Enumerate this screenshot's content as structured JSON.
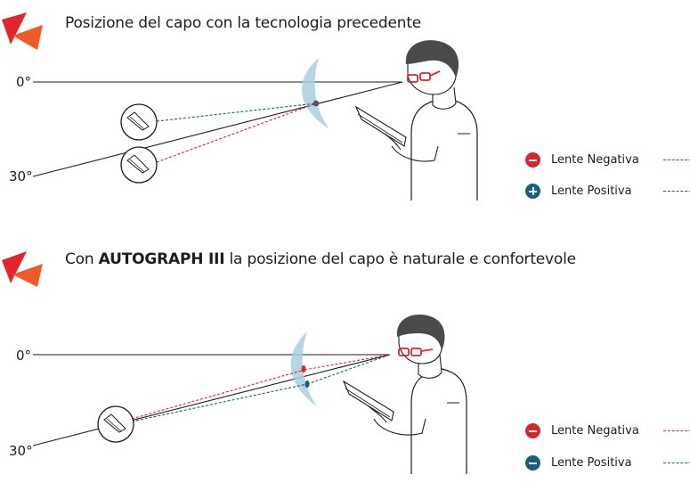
{
  "panels": [
    {
      "title_plain": "Posizione del capo con la tecnologia precedente",
      "title_bold": "",
      "title_rest": "",
      "angle_top": "0°",
      "angle_bottom": "30°",
      "legend": [
        {
          "label": "Lente Negativa",
          "sign": "minus",
          "color": "#d7262e"
        },
        {
          "label": "Lente Positiva",
          "sign": "plus",
          "color": "#1a5f7a"
        }
      ]
    },
    {
      "title_plain": "Con ",
      "title_bold": "AUTOGRAPH III",
      "title_rest": " la posizione del capo è naturale e confortevole",
      "angle_top": "0°",
      "angle_bottom": "30°",
      "legend": [
        {
          "label": "Lente Negativa",
          "sign": "minus",
          "color": "#d7262e"
        },
        {
          "label": "Lente Positiva",
          "sign": "minus",
          "color": "#1a5f7a"
        }
      ]
    }
  ],
  "colors": {
    "red": "#d7262e",
    "blue": "#1a5f7a",
    "logo_red": "#e3242b",
    "logo_orange": "#f05a28",
    "lens": "#a9cfdf"
  }
}
